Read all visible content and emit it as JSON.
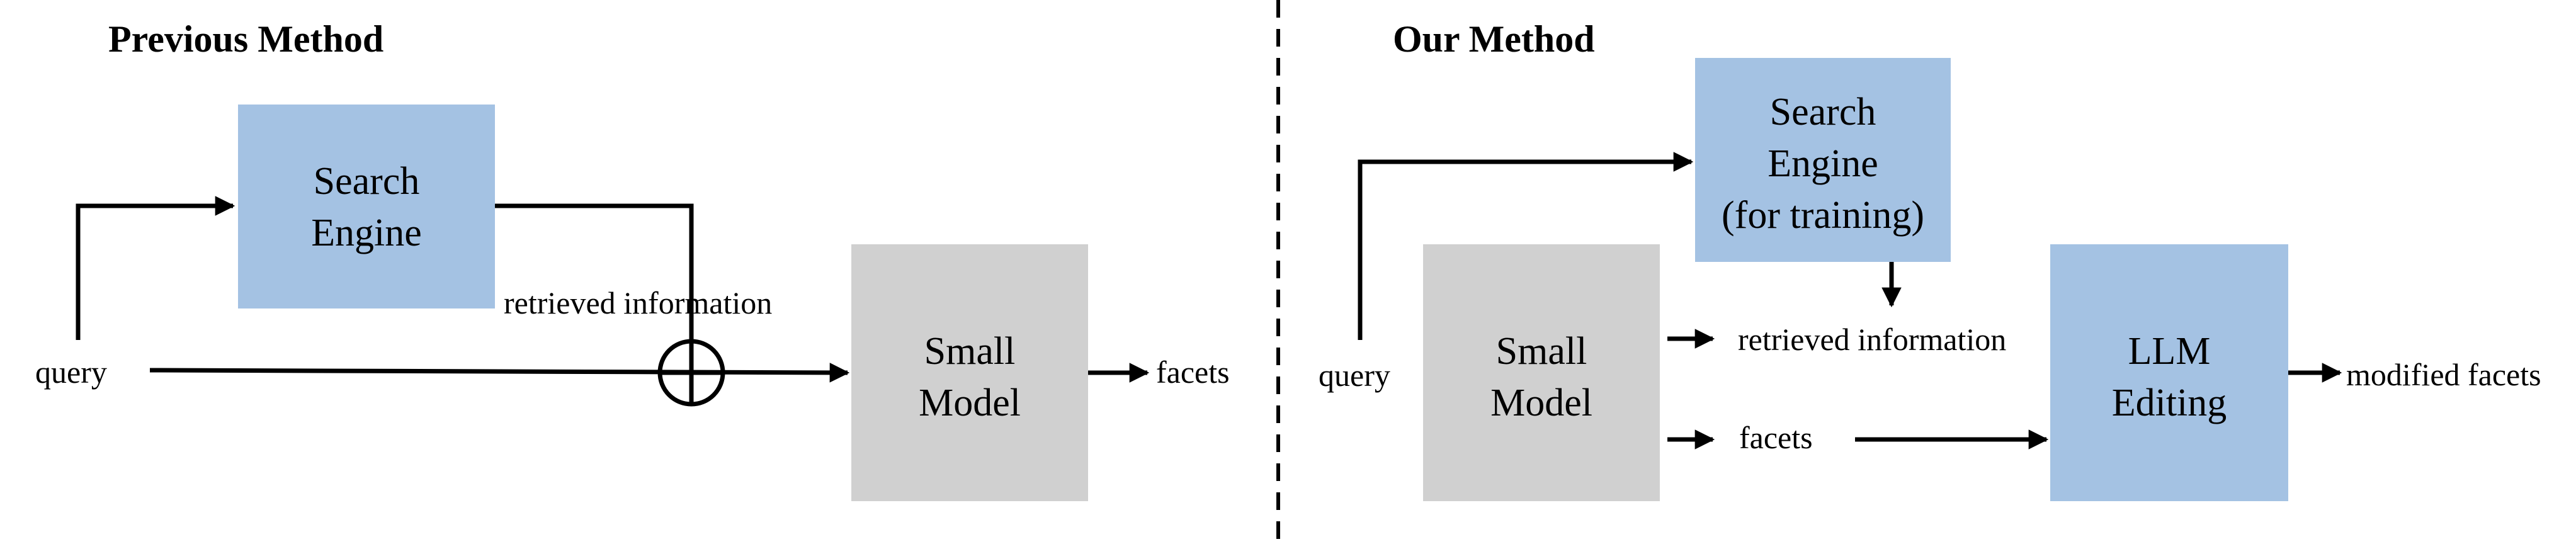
{
  "left": {
    "title": "Previous Method",
    "search_engine": [
      "Search",
      "Engine"
    ],
    "small_model": [
      "Small",
      "Model"
    ],
    "query": "query",
    "retrieved": "retrieved information",
    "facets": "facets"
  },
  "right": {
    "title": "Our Method",
    "search_engine": [
      "Search",
      "Engine",
      "(for training)"
    ],
    "small_model": [
      "Small",
      "Model"
    ],
    "llm": [
      "LLM",
      "Editing"
    ],
    "query": "query",
    "retrieved": "retrieved information",
    "facets": "facets",
    "modified_facets": "modified facets"
  },
  "colors": {
    "search_box": "#a4c2e3",
    "small_model_box": "#d0d0d0",
    "llm_box": "#a4c2e3"
  }
}
